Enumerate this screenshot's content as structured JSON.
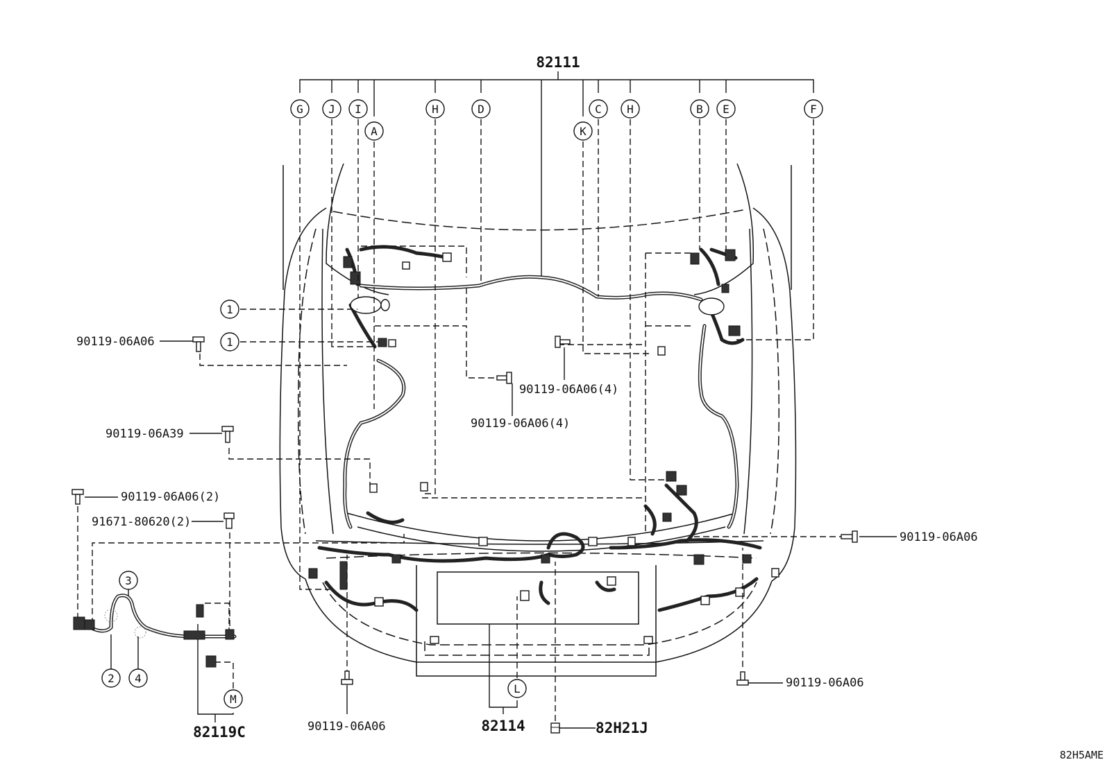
{
  "part_numbers": {
    "main_harness": "82111",
    "sub_harness_82114": "82114",
    "sub_harness_82119c": "82119C",
    "connector_82h21j": "82H21J",
    "bolt_left_mid": "90119-06A06",
    "bolt_center_right": "90119-06A06(4)",
    "bolt_center": "90119-06A06(4)",
    "bolt_a39": "90119-06A39",
    "bolt_left_low": "90119-06A06(2)",
    "clip_91671": "91671-80620(2)",
    "bolt_right": "90119-06A06",
    "bolt_bottom_left": "90119-06A06",
    "bolt_bottom_right": "90119-06A06"
  },
  "letter_callouts": [
    "G",
    "J",
    "I",
    "A",
    "H",
    "D",
    "K",
    "C",
    "H",
    "B",
    "E",
    "F",
    "L",
    "M"
  ],
  "number_callouts": [
    "1",
    "1",
    "2",
    "3",
    "4"
  ],
  "diagram_ref": "82H5AME"
}
